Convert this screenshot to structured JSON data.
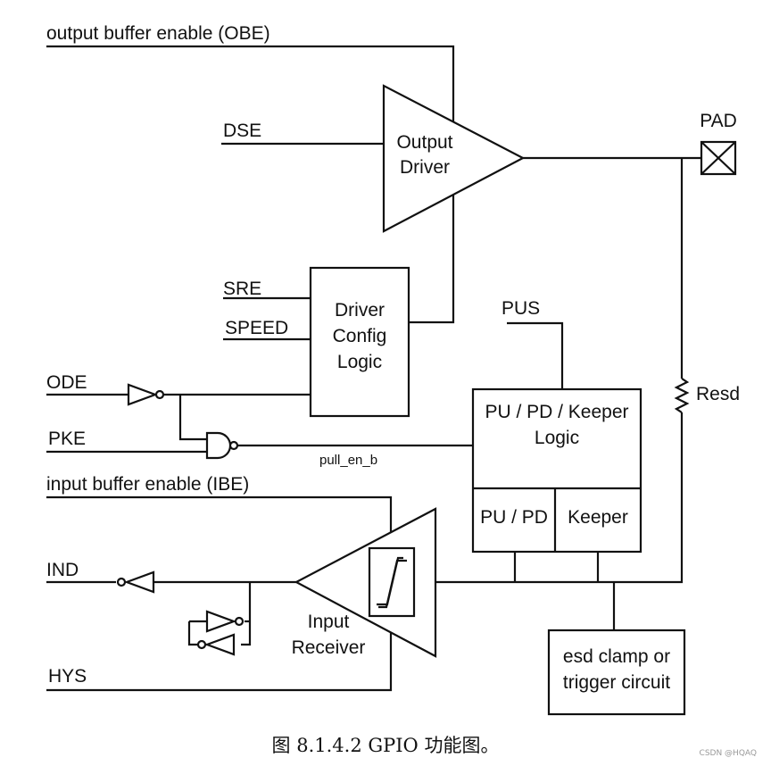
{
  "signals": {
    "obe": "output buffer enable (OBE)",
    "dse": "DSE",
    "sre": "SRE",
    "speed": "SPEED",
    "ode": "ODE",
    "pke": "PKE",
    "ibe": "input buffer enable (IBE)",
    "ind": "IND",
    "hys": "HYS",
    "pus": "PUS",
    "pad": "PAD",
    "resd": "Resd",
    "pull_en_b": "pull_en_b"
  },
  "blocks": {
    "output_driver": [
      "Output",
      "Driver"
    ],
    "driver_config": [
      "Driver",
      "Config",
      "Logic"
    ],
    "pu_pd_keeper_logic": [
      "PU / PD / Keeper",
      "Logic"
    ],
    "pu_pd": "PU / PD",
    "keeper": "Keeper",
    "input_receiver": [
      "Input",
      "Receiver"
    ],
    "esd_clamp": [
      "esd clamp or",
      "trigger circuit"
    ]
  },
  "caption": "图 8.1.4.2 GPIO 功能图。",
  "watermark": "CSDN @HQAQ"
}
